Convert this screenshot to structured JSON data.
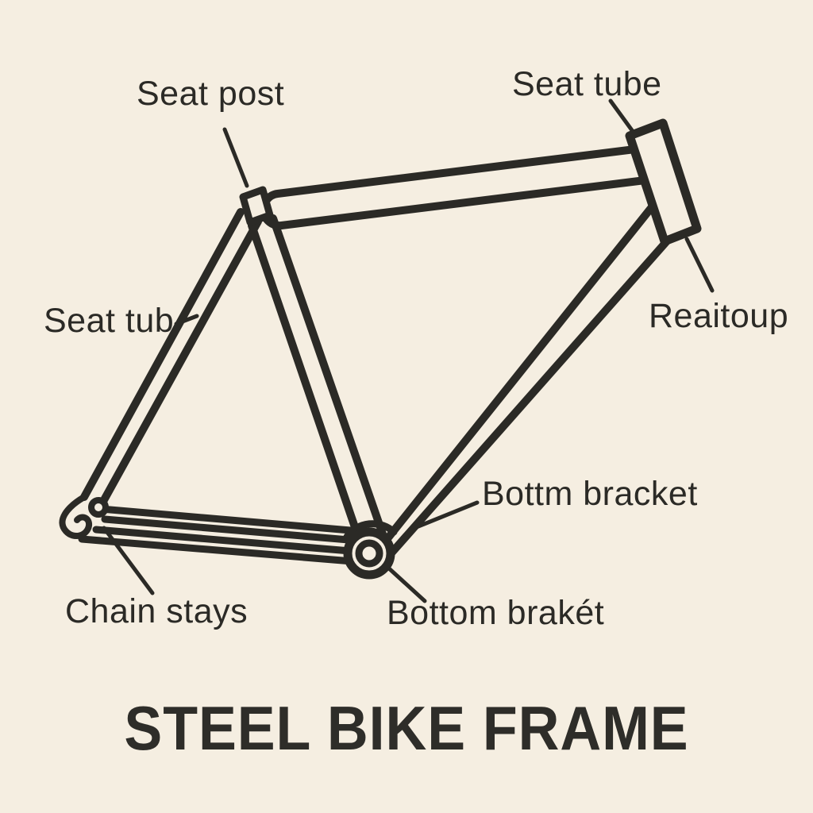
{
  "title": "STEEL BIKE FRAME",
  "labels": {
    "seat_post": "Seat post",
    "seat_tube": "Seat tube",
    "seat_tub": "Seat tub",
    "reaitoup": "Reaitoup",
    "bottm_bracket": "Bottm bracket",
    "chain_stays": "Chain stays",
    "bottom_braket": "Bottom brakét"
  },
  "colors": {
    "background": "#f5eee1",
    "ink": "#2b2a26",
    "title_ink": "#2e2d29"
  },
  "diagram": {
    "subject": "steel-bike-frame-line-drawing",
    "parts": [
      "seat post",
      "top tube",
      "head tube",
      "down tube",
      "seat tube",
      "seat stays",
      "chain stays",
      "bottom bracket",
      "rear dropout"
    ]
  }
}
